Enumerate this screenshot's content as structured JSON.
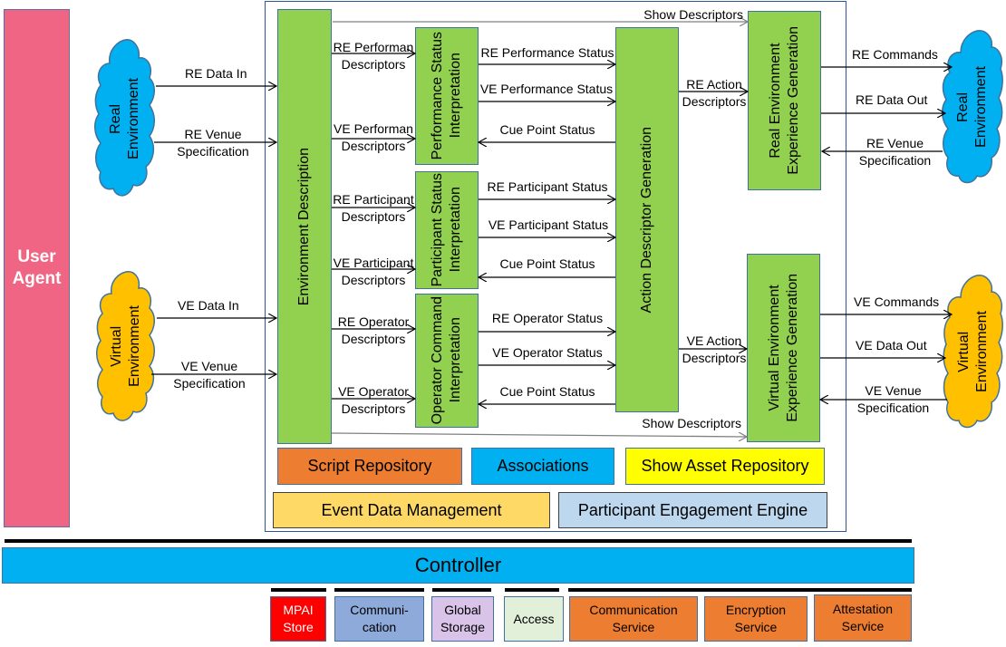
{
  "user_agent": {
    "label_line1": "User",
    "label_line2": "Agent",
    "color": "#f06584"
  },
  "clouds": {
    "real_in": {
      "line1": "Real",
      "line2": "Environment",
      "color": "#00b0f0"
    },
    "virtual_in": {
      "line1": "Virtual",
      "line2": "Environment",
      "color": "#ffc000"
    },
    "real_out": {
      "line1": "Real",
      "line2": "Environment",
      "color": "#00b0f0"
    },
    "virtual_out": {
      "line1": "Virtual",
      "line2": "Environment",
      "color": "#ffc000"
    }
  },
  "modules": {
    "environment_description": "Environment Description",
    "performance_status_interpretation": {
      "line1": "Performance Status",
      "line2": "Interpretation"
    },
    "participant_status_interpretation": {
      "line1": "Participant Status",
      "line2": "Interpretation"
    },
    "operator_command_interpretation": {
      "line1": "Operator Command",
      "line2": "Interpretation"
    },
    "action_descriptor_generation": "Action Descriptor Generation",
    "re_experience_generation": {
      "line1": "Real Environment",
      "line2": "Experience Generation"
    },
    "ve_experience_generation": {
      "line1": "Virtual Environment",
      "line2": "Experience Generation"
    },
    "module_color": "#92d050"
  },
  "flows": {
    "re_data_in": "RE Data In",
    "re_venue_spec_in": {
      "line1": "RE Venue",
      "line2": "Specification"
    },
    "ve_data_in": "VE  Data In",
    "ve_venue_spec_in": {
      "line1": "VE Venue",
      "line2": "Specification"
    },
    "re_perf_desc": {
      "line1": "RE Performan",
      "line2": "Descriptors"
    },
    "ve_perf_desc": {
      "line1": "VE Performan",
      "line2": "Descriptors"
    },
    "re_part_desc": {
      "line1": "RE Participant",
      "line2": "Descriptors"
    },
    "ve_part_desc": {
      "line1": "VE Participant",
      "line2": "Descriptors"
    },
    "re_oper_desc": {
      "line1": "RE Operator",
      "line2": "Descriptors"
    },
    "ve_oper_desc": {
      "line1": "VE Operator",
      "line2": "Descriptors"
    },
    "re_perf_status": "RE Performance Status",
    "ve_perf_status": "VE Performance Status",
    "cue_point_1": "Cue Point Status",
    "re_part_status": "RE Participant Status",
    "ve_part_status": "VE Participant Status",
    "cue_point_2": "Cue Point Status",
    "re_oper_status": "RE Operator Status",
    "ve_oper_status": "VE Operator Status",
    "cue_point_3": "Cue Point Status",
    "show_desc_top": "Show Descriptors",
    "show_desc_bottom": "Show Descriptors",
    "re_action_desc": {
      "line1": "RE Action",
      "line2": "Descriptors"
    },
    "ve_action_desc": {
      "line1": "VE Action",
      "line2": "Descriptors"
    },
    "re_commands": "RE  Commands",
    "re_data_out": "RE Data Out",
    "re_venue_spec_out": {
      "line1": "RE Venue",
      "line2": "Specification"
    },
    "ve_commands": "VE Commands",
    "ve_data_out": "VE Data Out",
    "ve_venue_spec_out": {
      "line1": "VE Venue",
      "line2": "Specification"
    }
  },
  "repositories": [
    {
      "label": "Script Repository",
      "color": "#ed7d31"
    },
    {
      "label": "Associations",
      "color": "#00b0f0"
    },
    {
      "label": "Show Asset Repository",
      "color": "#ffff00"
    },
    {
      "label": "Event Data Management",
      "color": "#ffd966"
    },
    {
      "label": "Participant Engagement Engine",
      "color": "#bdd7ee"
    }
  ],
  "controller": {
    "label": "Controller",
    "color": "#00b0f0"
  },
  "services": [
    {
      "line1": "MPAI",
      "line2": "Store",
      "color": "#ff0000",
      "text_color": "#ffffff"
    },
    {
      "line1": "Communi-",
      "line2": "cation",
      "color": "#8eaadb",
      "text_color": "#000000"
    },
    {
      "line1": "Global",
      "line2": "Storage",
      "color": "#d9c3e9",
      "text_color": "#000000"
    },
    {
      "line1": "Access",
      "line2": "",
      "color": "#e2efd9",
      "text_color": "#000000"
    },
    {
      "line1": "Communication",
      "line2": "Service",
      "color": "#ed7d31",
      "text_color": "#000000"
    },
    {
      "line1": "Encryption",
      "line2": "Service",
      "color": "#ed7d31",
      "text_color": "#000000"
    },
    {
      "line1": "Attestation",
      "line2": "Service",
      "color": "#ed7d31",
      "text_color": "#000000"
    }
  ]
}
